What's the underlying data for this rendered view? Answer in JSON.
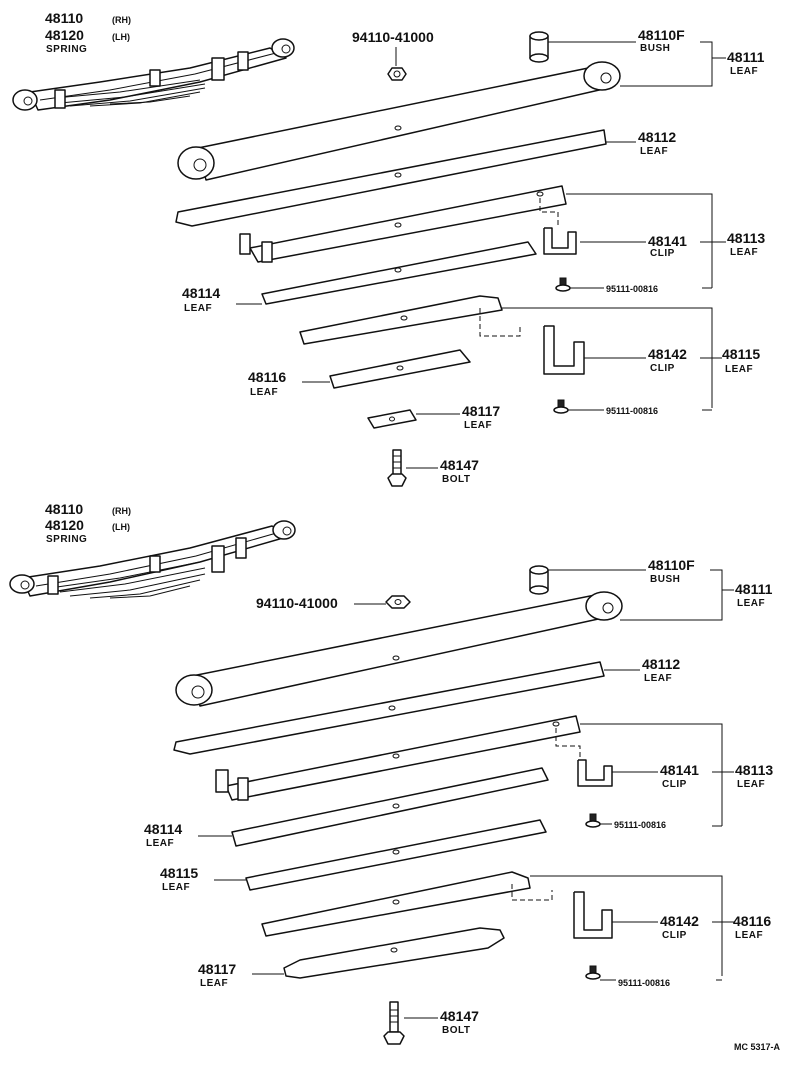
{
  "top": {
    "spring_pn_rh": "48110",
    "spring_rh_tag": "(RH)",
    "spring_pn_lh": "48120",
    "spring_lh_tag": "(LH)",
    "spring_desc": "SPRING",
    "nut_pn": "94110-41000",
    "bush_pn": "48110F",
    "bush_desc": "BUSH",
    "leaf1_pn": "48111",
    "leaf1_desc": "LEAF",
    "leaf2_pn": "48112",
    "leaf2_desc": "LEAF",
    "clip1_pn": "48141",
    "clip1_desc": "CLIP",
    "leaf3_pn": "48113",
    "leaf3_desc": "LEAF",
    "rivet1_pn": "95111-00816",
    "leaf4_pn": "48114",
    "leaf4_desc": "LEAF",
    "clip2_pn": "48142",
    "clip2_desc": "CLIP",
    "leaf5_pn": "48115",
    "leaf5_desc": "LEAF",
    "leaf6_pn": "48116",
    "leaf6_desc": "LEAF",
    "rivet2_pn": "95111-00816",
    "leaf7_pn": "48117",
    "leaf7_desc": "LEAF",
    "bolt_pn": "48147",
    "bolt_desc": "BOLT"
  },
  "bottom": {
    "spring_pn_rh": "48110",
    "spring_rh_tag": "(RH)",
    "spring_pn_lh": "48120",
    "spring_lh_tag": "(LH)",
    "spring_desc": "SPRING",
    "bush_pn": "48110F",
    "bush_desc": "BUSH",
    "leaf1_pn": "48111",
    "leaf1_desc": "LEAF",
    "nut_pn": "94110-41000",
    "leaf2_pn": "48112",
    "leaf2_desc": "LEAF",
    "clip1_pn": "48141",
    "clip1_desc": "CLIP",
    "leaf3_pn": "48113",
    "leaf3_desc": "LEAF",
    "rivet1_pn": "95111-00816",
    "leaf4_pn": "48114",
    "leaf4_desc": "LEAF",
    "leaf5_pn": "48115",
    "leaf5_desc": "LEAF",
    "clip2_pn": "48142",
    "clip2_desc": "CLIP",
    "leaf6_pn": "48116",
    "leaf6_desc": "LEAF",
    "rivet2_pn": "95111-00816",
    "leaf7_pn": "48117",
    "leaf7_desc": "LEAF",
    "bolt_pn": "48147",
    "bolt_desc": "BOLT"
  },
  "footer": {
    "figure_code": "MC 5317-A"
  }
}
